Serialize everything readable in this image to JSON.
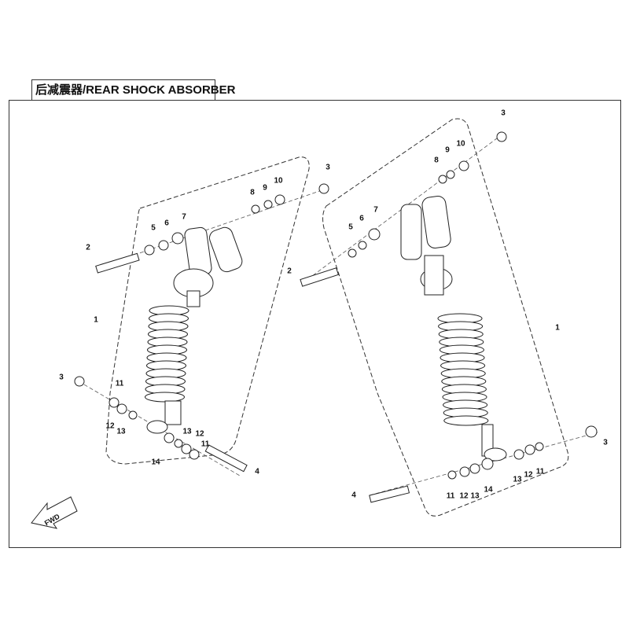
{
  "title": "后减震器/REAR SHOCK ABSORBER",
  "fwd_label": "FWD",
  "callouts": {
    "left": [
      "2",
      "5",
      "6",
      "7",
      "8",
      "9",
      "10",
      "3",
      "1",
      "3",
      "11",
      "12",
      "13",
      "14",
      "13",
      "12",
      "11",
      "4"
    ],
    "right": [
      "3",
      "8",
      "9",
      "10",
      "7",
      "6",
      "5",
      "2",
      "1",
      "3",
      "11",
      "12",
      "13",
      "14",
      "13",
      "12",
      "11",
      "4"
    ]
  }
}
